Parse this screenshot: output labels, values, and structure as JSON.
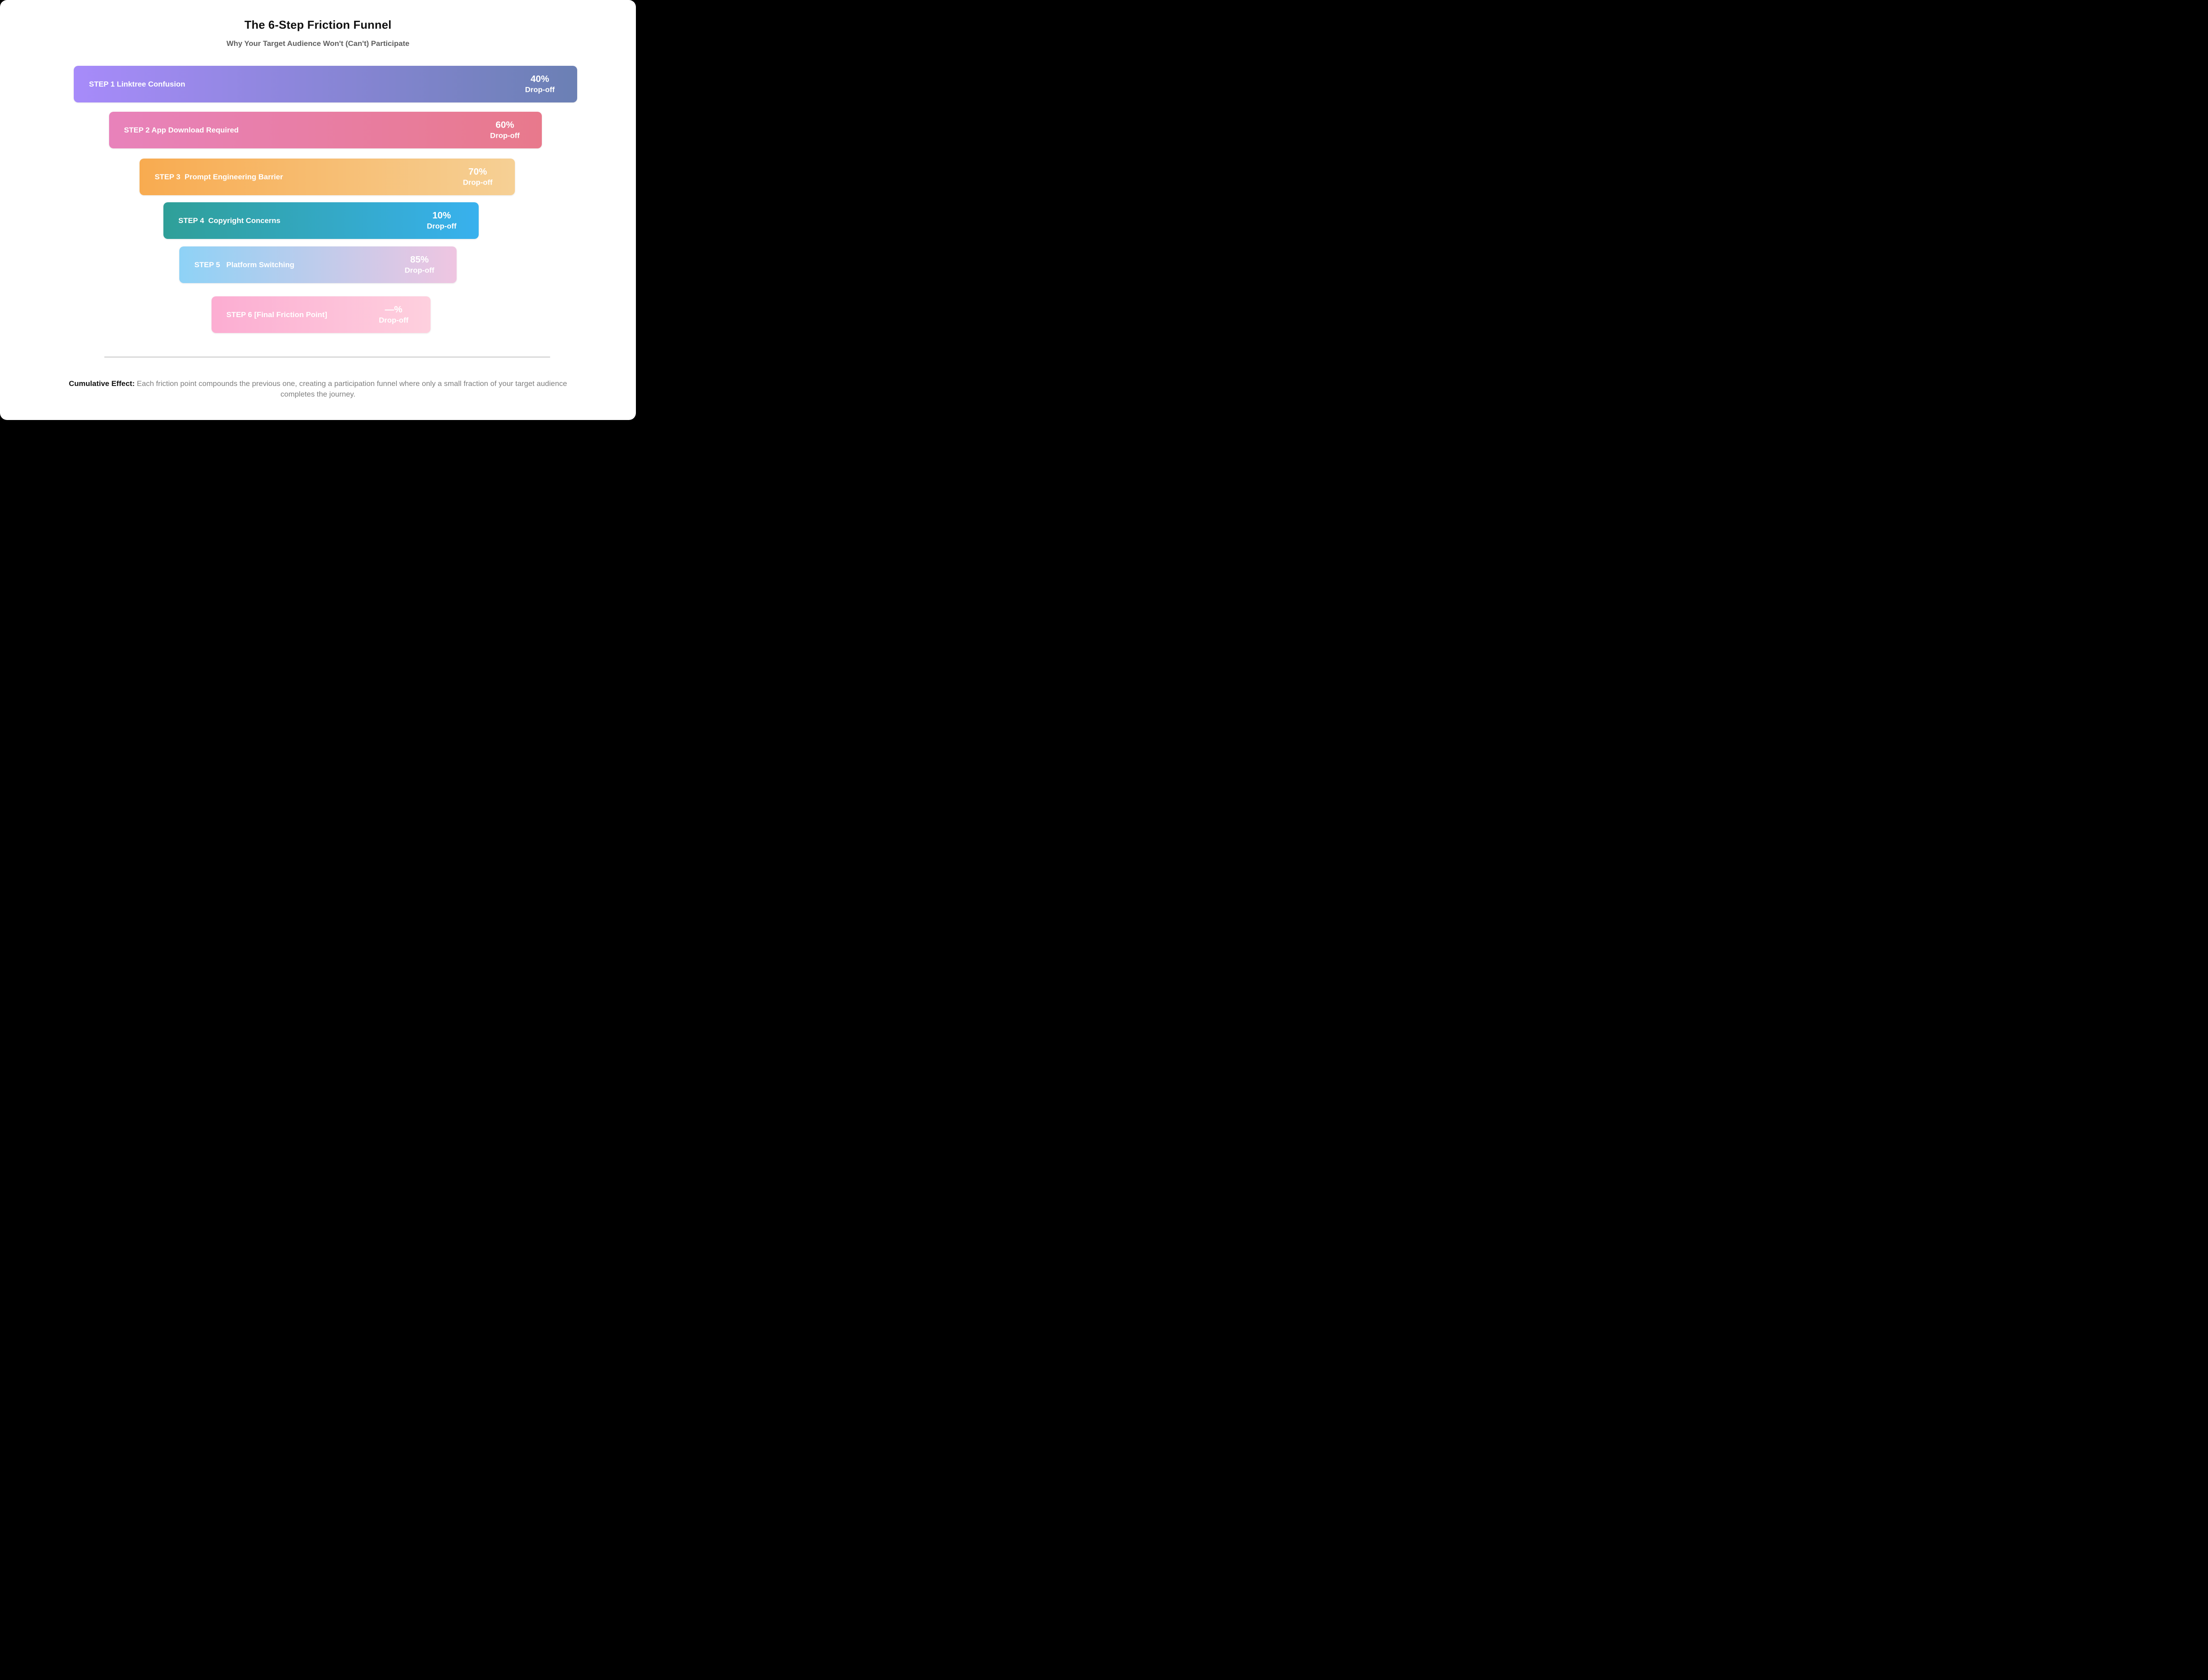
{
  "header": {
    "title": "The 6-Step Friction Funnel",
    "subtitle": "Why Your Target Audience Won't (Can't) Participate"
  },
  "funnel": {
    "steps": [
      {
        "step": 1,
        "label": "STEP 1 Linktree Confusion",
        "dropoff_value": "40%",
        "dropoff_caption": "Drop-off",
        "width_pct": 79.1,
        "gradient_start": "#a78bfa",
        "gradient_end": "#6b80b4"
      },
      {
        "step": 2,
        "label": "STEP 2 App Download Required",
        "dropoff_value": "60%",
        "dropoff_caption": "Drop-off",
        "width_pct": 68.1,
        "gradient_start": "#e882bb",
        "gradient_end": "#e8798c"
      },
      {
        "step": 3,
        "label": "STEP 3  Prompt Engineering Barrier",
        "dropoff_value": "70%",
        "dropoff_caption": "Drop-off",
        "width_pct": 59.0,
        "gradient_start": "#f8ab50",
        "gradient_end": "#f6d095"
      },
      {
        "step": 4,
        "label": "STEP 4  Copyright Concerns",
        "dropoff_value": "10%",
        "dropoff_caption": "Drop-off",
        "width_pct": 49.6,
        "gradient_start": "#2f9f98",
        "gradient_end": "#38b1ee"
      },
      {
        "step": 5,
        "label": "STEP 5   Platform Switching",
        "dropoff_value": "85%",
        "dropoff_caption": "Drop-off",
        "width_pct": 43.6,
        "gradient_start": "#8ed2f6",
        "gradient_end": "#efc5e1"
      },
      {
        "step": 6,
        "label": "STEP 6 [Final Friction Point]",
        "dropoff_value": "—%",
        "dropoff_caption": "Drop-off",
        "width_pct": 34.5,
        "gradient_start": "#fcadd2",
        "gradient_end": "#fed0de"
      }
    ]
  },
  "footer": {
    "note_label": "Cumulative Effect:",
    "note_text": " Each friction point compounds the previous one, creating a participation funnel where only a small fraction of your target audience completes the journey."
  },
  "colors": {
    "page_background": "#000000",
    "card_background": "#ffffff",
    "title_text": "#111111",
    "subtitle_text": "#5f5f5f",
    "bar_text": "#ffffff",
    "divider": "#d9d9d9",
    "note_text": "#808080"
  },
  "chart_data": {
    "type": "funnel",
    "title": "The 6-Step Friction Funnel",
    "subtitle": "Why Your Target Audience Won't (Can't) Participate",
    "orientation": "horizontal-bars, widest at top",
    "categories": [
      "STEP 1 Linktree Confusion",
      "STEP 2 App Download Required",
      "STEP 3 Prompt Engineering Barrier",
      "STEP 4 Copyright Concerns",
      "STEP 5 Platform Switching",
      "STEP 6 [Final Friction Point]"
    ],
    "series": [
      {
        "name": "Drop-off",
        "values": [
          40,
          60,
          70,
          10,
          85,
          null
        ],
        "display_values": [
          "40%",
          "60%",
          "70%",
          "10%",
          "85%",
          "—%"
        ],
        "units": "%"
      },
      {
        "name": "Bar width as % of image width",
        "values": [
          79.1,
          68.1,
          59.0,
          49.6,
          43.6,
          34.5
        ]
      }
    ],
    "annotations": [
      "Cumulative Effect: Each friction point compounds the previous one, creating a participation funnel where only a small fraction of your target audience completes the journey."
    ],
    "legend": "none",
    "grid": "off"
  }
}
